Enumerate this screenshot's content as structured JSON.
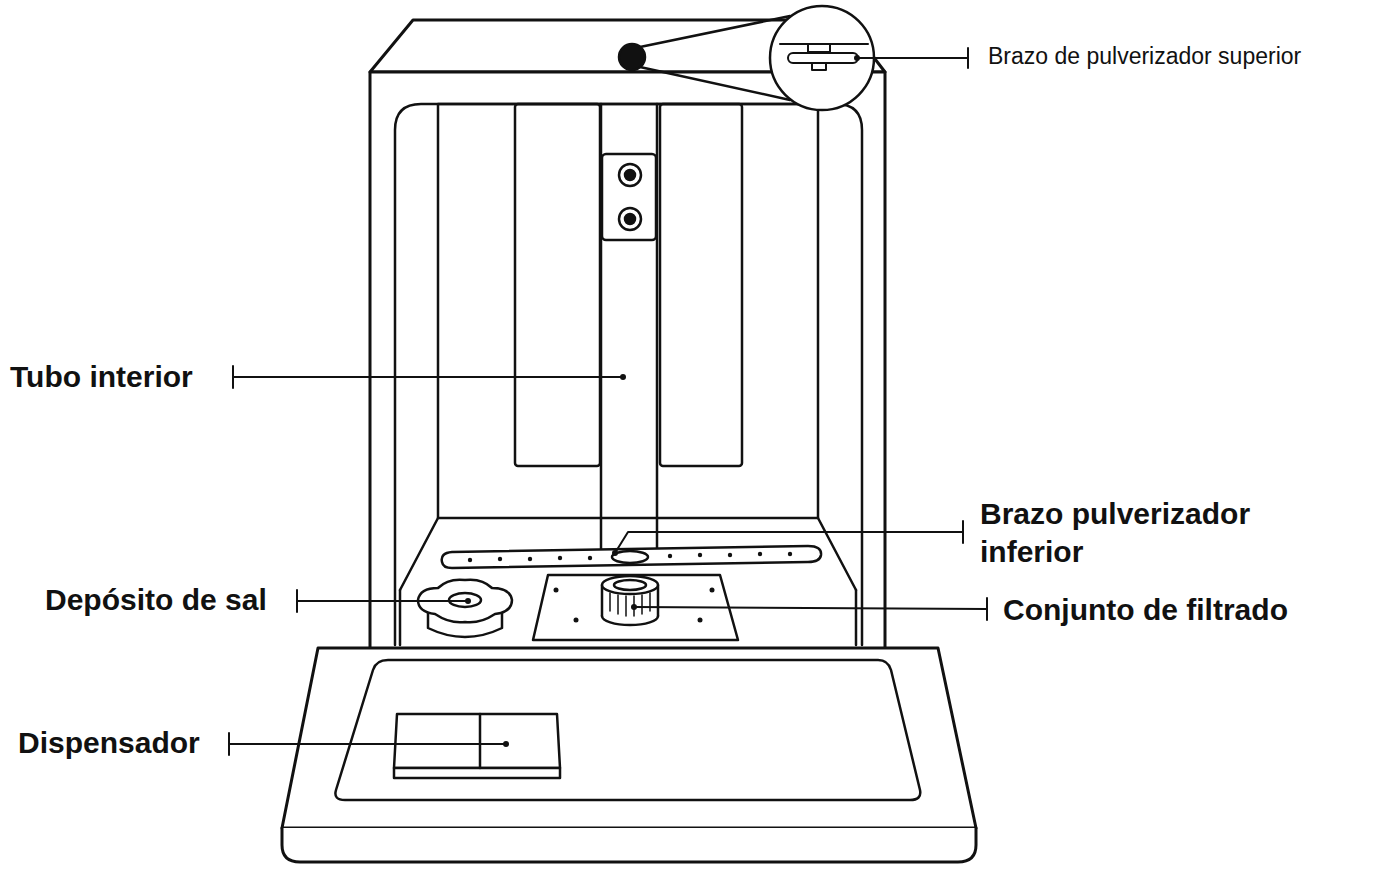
{
  "diagram": {
    "labels": [
      "Brazo de pulverizador superior",
      "Tubo interior",
      "Brazo pulverizador inferior",
      "Depósito de sal",
      "Conjunto de filtrado",
      "Dispensador"
    ]
  }
}
